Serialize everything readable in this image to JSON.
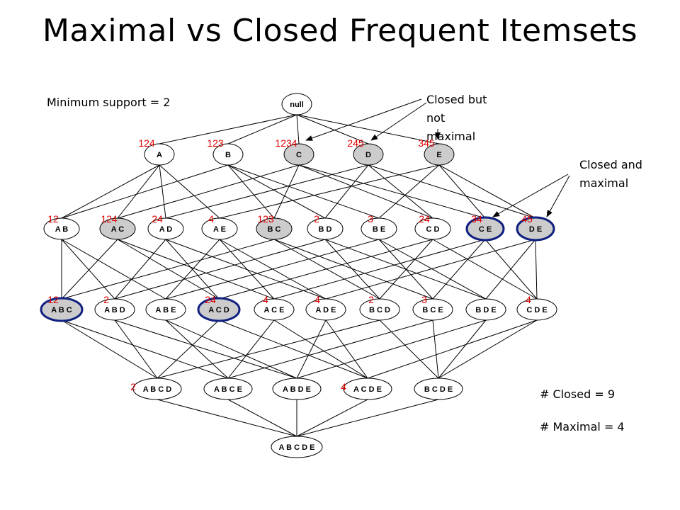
{
  "title": "Maximal vs Closed Frequent Itemsets",
  "min_support": "Minimum support = 2",
  "callout_closed_not_maximal": [
    "Closed but",
    "not",
    "maximal"
  ],
  "callout_closed_maximal": [
    "Closed and",
    "maximal"
  ],
  "count_closed": "# Closed = 9",
  "count_maximal": "# Maximal = 4",
  "colors": {
    "support": "#e00000",
    "closed": "#cccccc",
    "maximal_ring": "#102080"
  },
  "nodes": [
    {
      "id": "null",
      "label": "null",
      "level": 0,
      "support_tids": "",
      "status": "none"
    },
    {
      "id": "A",
      "label": "A",
      "level": 1,
      "support_tids": "124",
      "status": "none"
    },
    {
      "id": "B",
      "label": "B",
      "level": 1,
      "support_tids": "123",
      "status": "none"
    },
    {
      "id": "C",
      "label": "C",
      "level": 1,
      "support_tids": "1234",
      "status": "closed"
    },
    {
      "id": "D",
      "label": "D",
      "level": 1,
      "support_tids": "245",
      "status": "closed"
    },
    {
      "id": "E",
      "label": "E",
      "level": 1,
      "support_tids": "345",
      "status": "closed"
    },
    {
      "id": "AB",
      "label": "A B",
      "level": 2,
      "support_tids": "12",
      "status": "none"
    },
    {
      "id": "AC",
      "label": "A C",
      "level": 2,
      "support_tids": "124",
      "status": "closed"
    },
    {
      "id": "AD",
      "label": "A D",
      "level": 2,
      "support_tids": "24",
      "status": "none"
    },
    {
      "id": "AE",
      "label": "A E",
      "level": 2,
      "support_tids": "4",
      "status": "none"
    },
    {
      "id": "BC",
      "label": "B C",
      "level": 2,
      "support_tids": "123",
      "status": "closed"
    },
    {
      "id": "BD",
      "label": "B D",
      "level": 2,
      "support_tids": "2",
      "status": "none"
    },
    {
      "id": "BE",
      "label": "B E",
      "level": 2,
      "support_tids": "3",
      "status": "none"
    },
    {
      "id": "CD",
      "label": "C D",
      "level": 2,
      "support_tids": "24",
      "status": "none"
    },
    {
      "id": "CE",
      "label": "C E",
      "level": 2,
      "support_tids": "34",
      "status": "maximal"
    },
    {
      "id": "DE",
      "label": "D E",
      "level": 2,
      "support_tids": "45",
      "status": "maximal"
    },
    {
      "id": "ABC",
      "label": "A B C",
      "level": 3,
      "support_tids": "12",
      "status": "maximal"
    },
    {
      "id": "ABD",
      "label": "A B D",
      "level": 3,
      "support_tids": "2",
      "status": "none"
    },
    {
      "id": "ABE",
      "label": "A B E",
      "level": 3,
      "support_tids": "",
      "status": "none"
    },
    {
      "id": "ACD",
      "label": "A C D",
      "level": 3,
      "support_tids": "24",
      "status": "maximal"
    },
    {
      "id": "ACE",
      "label": "A C E",
      "level": 3,
      "support_tids": "4",
      "status": "none"
    },
    {
      "id": "ADE",
      "label": "A D E",
      "level": 3,
      "support_tids": "4",
      "status": "none"
    },
    {
      "id": "BCD",
      "label": "B C D",
      "level": 3,
      "support_tids": "2",
      "status": "none"
    },
    {
      "id": "BCE",
      "label": "B C E",
      "level": 3,
      "support_tids": "3",
      "status": "none"
    },
    {
      "id": "BDE",
      "label": "B D E",
      "level": 3,
      "support_tids": "",
      "status": "none"
    },
    {
      "id": "CDE",
      "label": "C D E",
      "level": 3,
      "support_tids": "4",
      "status": "none"
    },
    {
      "id": "ABCD",
      "label": "A B C D",
      "level": 4,
      "support_tids": "2",
      "status": "none"
    },
    {
      "id": "ABCE",
      "label": "A B C E",
      "level": 4,
      "support_tids": "",
      "status": "none"
    },
    {
      "id": "ABDE",
      "label": "A B D E",
      "level": 4,
      "support_tids": "",
      "status": "none"
    },
    {
      "id": "ACDE",
      "label": "A C D E",
      "level": 4,
      "support_tids": "4",
      "status": "none"
    },
    {
      "id": "BCDE",
      "label": "B C D E",
      "level": 4,
      "support_tids": "",
      "status": "none"
    },
    {
      "id": "ABCDE",
      "label": "A B C D E",
      "level": 5,
      "support_tids": "",
      "status": "none"
    }
  ]
}
